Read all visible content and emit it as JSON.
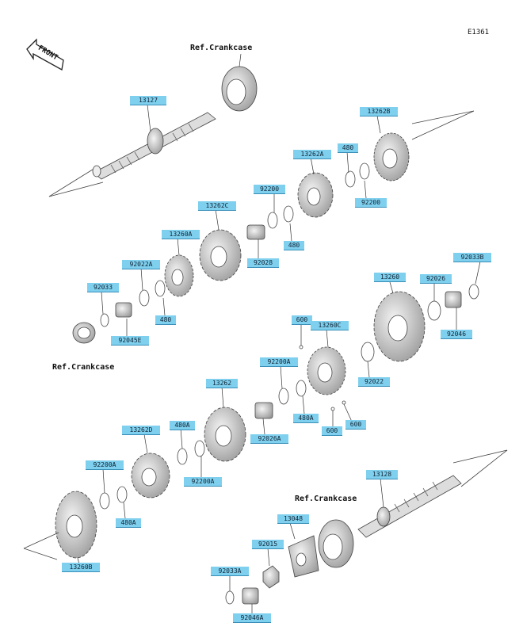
{
  "figure_id": "E1361",
  "front_label": "FRONT",
  "refs": {
    "top": "Ref.Crankcase",
    "left": "Ref.Crankcase",
    "bottom": "Ref.Crankcase"
  },
  "parts": [
    "13127",
    "13262B",
    "480",
    "13262A",
    "92200",
    "92200",
    "480",
    "92028",
    "13262C",
    "13260A",
    "92022A",
    "92033",
    "480",
    "92045E",
    "13260",
    "92026",
    "92033B",
    "92046",
    "600",
    "13260C",
    "92022",
    "92200A",
    "480A",
    "600",
    "600",
    "13262",
    "92026A",
    "480A",
    "13262D",
    "92200A",
    "92200A",
    "480A",
    "13260B",
    "13128",
    "13048",
    "92015",
    "92033A",
    "92046A"
  ]
}
